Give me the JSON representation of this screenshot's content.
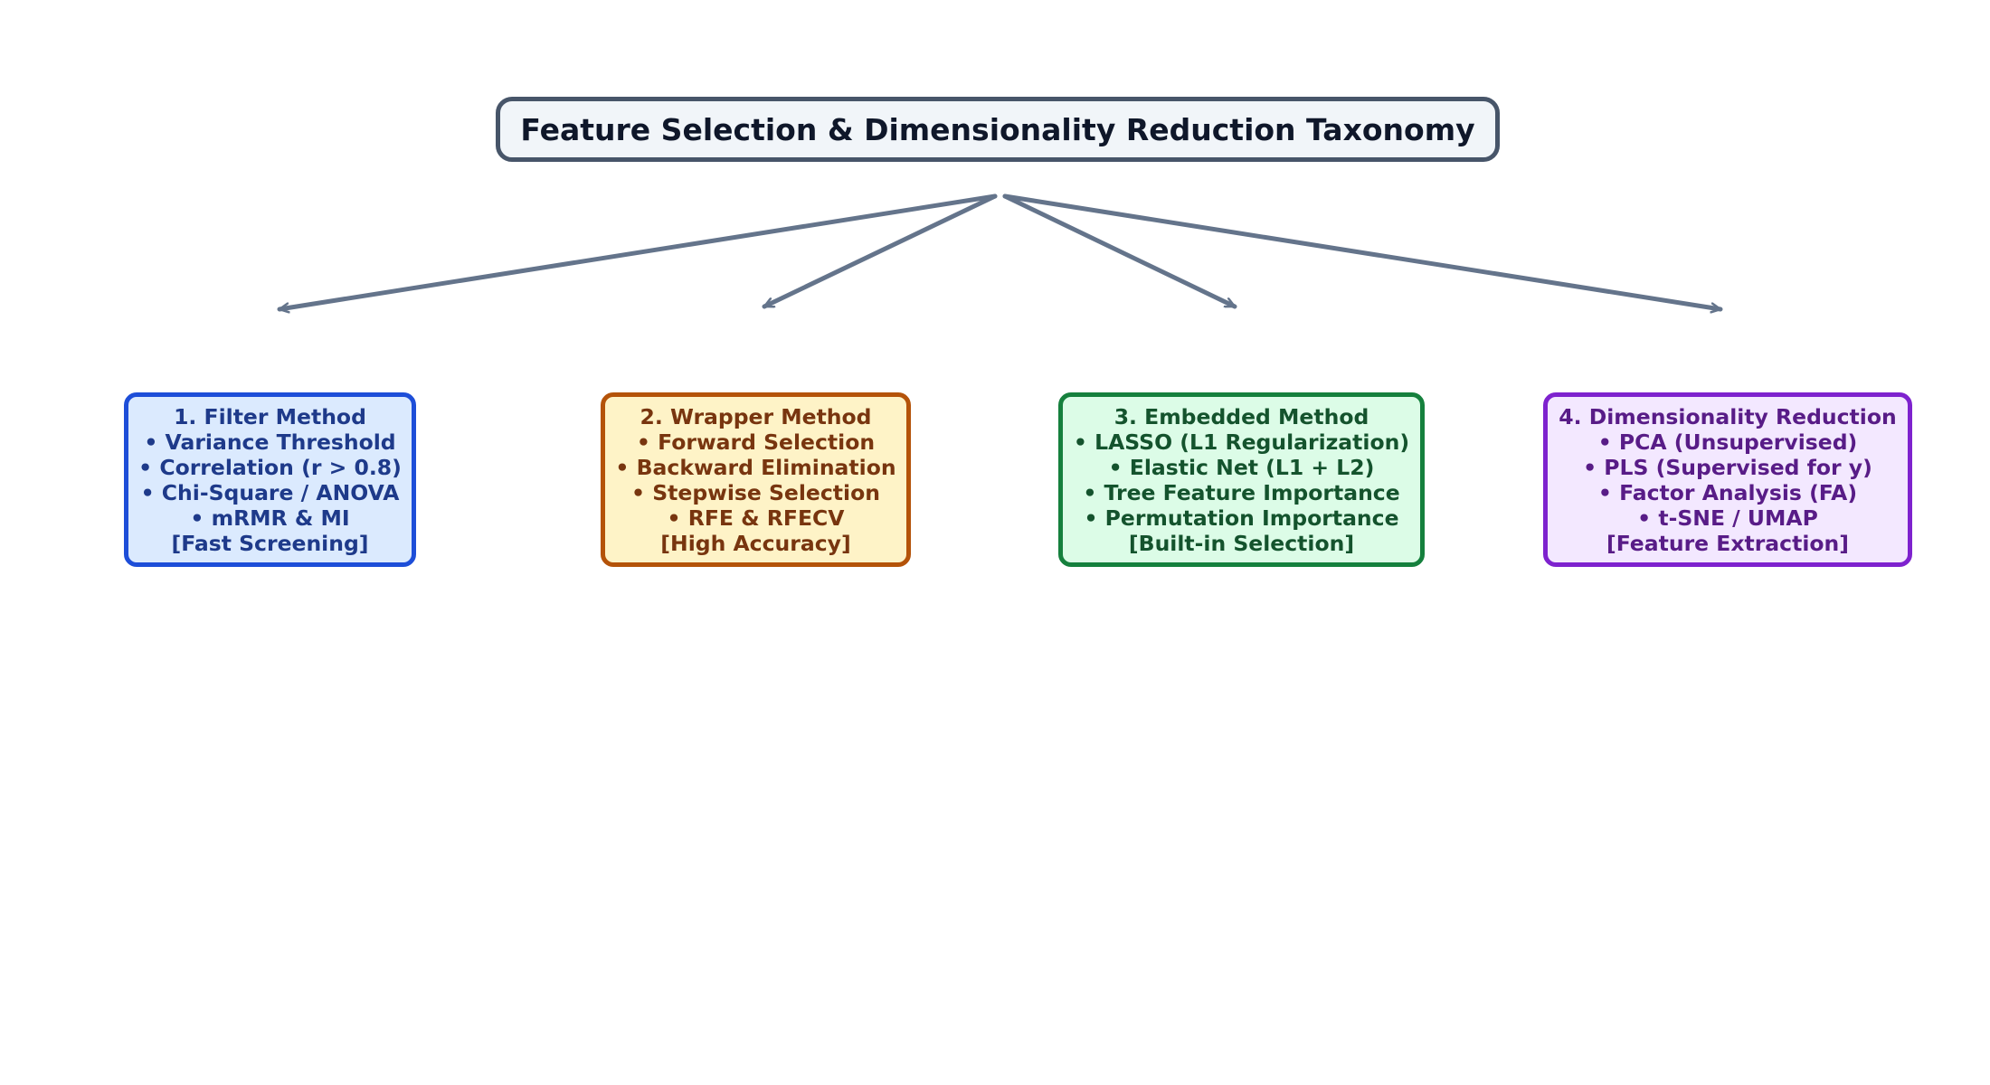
{
  "title": "Feature Selection & Dimensionality Reduction Taxonomy",
  "colors": {
    "arrow": "#64748b",
    "title_border": "#475569",
    "title_fill": "#f1f5f9",
    "filter": {
      "fill": "#dbeafe",
      "border": "#1d4ed8",
      "text": "#1e3a8a"
    },
    "wrapper": {
      "fill": "#fef3c7",
      "border": "#b45309",
      "text": "#78350f"
    },
    "embedded": {
      "fill": "#dcfce7",
      "border": "#15803d",
      "text": "#14532d"
    },
    "dimred": {
      "fill": "#f3e8ff",
      "border": "#7e22ce",
      "text": "#581c87"
    }
  },
  "nodes": [
    {
      "heading": "1. Filter Method",
      "items": [
        "• Variance Threshold",
        "• Correlation (r > 0.8)",
        "• Chi-Square / ANOVA",
        "• mRMR & MI"
      ],
      "tag": "[Fast Screening]"
    },
    {
      "heading": "2. Wrapper Method",
      "items": [
        "• Forward Selection",
        "• Backward Elimination",
        "• Stepwise Selection",
        "• RFE & RFECV"
      ],
      "tag": "[High Accuracy]"
    },
    {
      "heading": "3. Embedded Method",
      "items": [
        "• LASSO (L1 Regularization)",
        "• Elastic Net (L1 + L2)",
        "• Tree Feature Importance",
        "• Permutation Importance"
      ],
      "tag": "[Built-in Selection]"
    },
    {
      "heading": "4. Dimensionality Reduction",
      "items": [
        "• PCA (Unsupervised)",
        "• PLS (Supervised for y)",
        "• Factor Analysis (FA)",
        "• t-SNE / UMAP"
      ],
      "tag": "[Feature Extraction]"
    }
  ]
}
